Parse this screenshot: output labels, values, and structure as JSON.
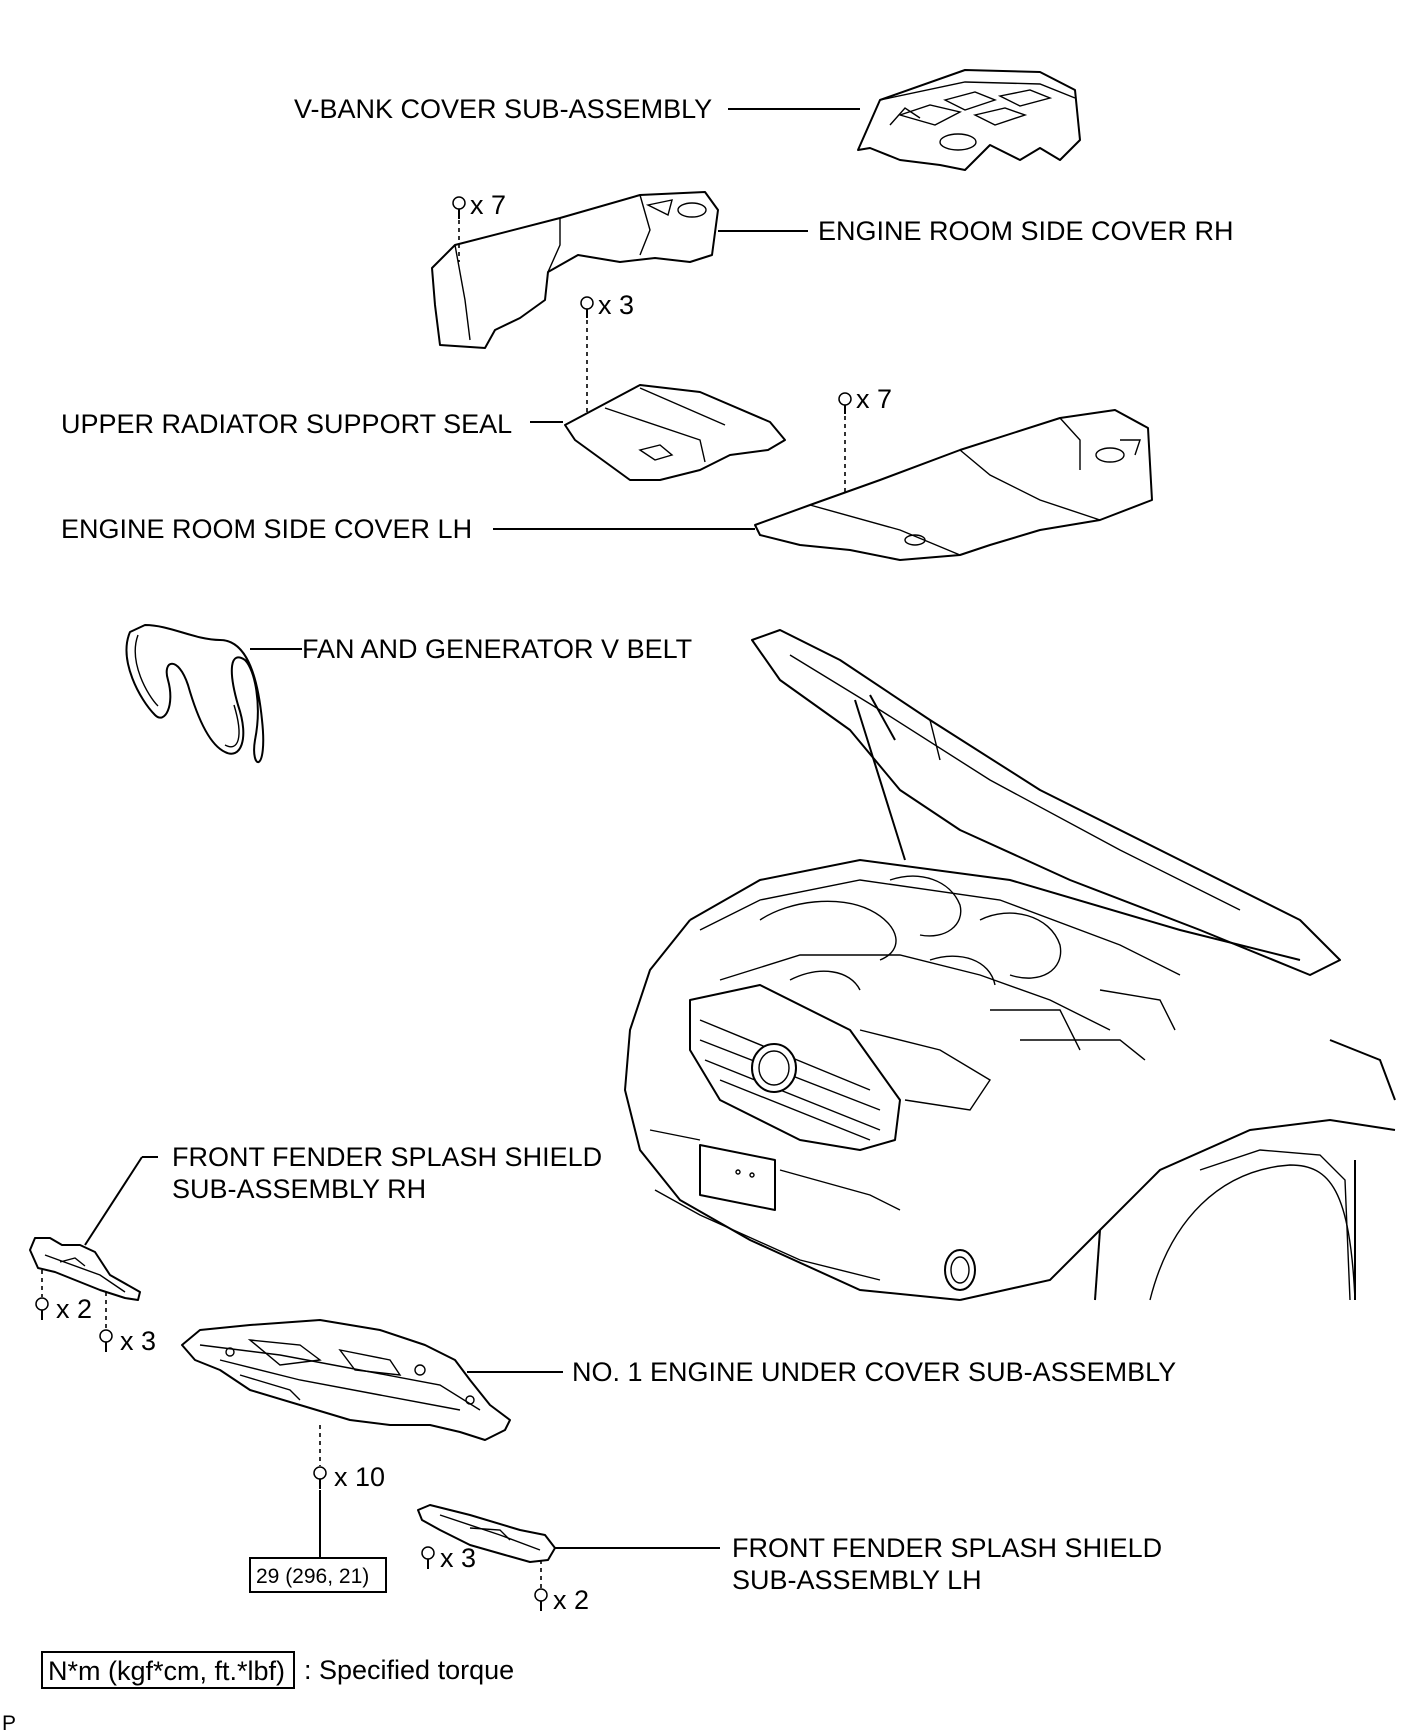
{
  "labels": {
    "v_bank_cover": "V-BANK COVER SUB-ASSEMBLY",
    "side_cover_rh": "ENGINE ROOM SIDE COVER RH",
    "radiator_seal": "UPPER RADIATOR SUPPORT SEAL",
    "side_cover_lh": "ENGINE ROOM SIDE COVER LH",
    "v_belt": "FAN AND GENERATOR V BELT",
    "splash_rh_line1": "FRONT FENDER SPLASH SHIELD",
    "splash_rh_line2": "SUB-ASSEMBLY RH",
    "under_cover": "NO. 1 ENGINE UNDER COVER SUB-ASSEMBLY",
    "splash_lh_line1": "FRONT FENDER SPLASH SHIELD",
    "splash_lh_line2": "SUB-ASSEMBLY LH"
  },
  "quantities": {
    "rh_cover_clips": "x 7",
    "seal_clips": "x 3",
    "lh_cover_clips": "x 7",
    "splash_rh_screws_a": "x 2",
    "splash_rh_screws_b": "x 3",
    "under_cover_bolts": "x 10",
    "splash_lh_screws_a": "x 3",
    "splash_lh_screws_b": "x 2"
  },
  "torque": {
    "under_cover_value": "29 (296, 21)",
    "legend_unit": "N*m (kgf*cm, ft.*lbf)",
    "legend_text": ": Specified torque"
  },
  "footer": {
    "code": "P"
  }
}
